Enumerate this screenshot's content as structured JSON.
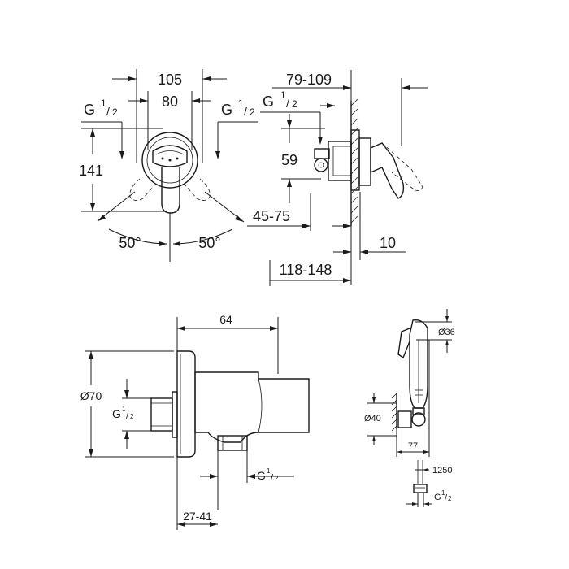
{
  "front_view": {
    "dim_105": "105",
    "dim_80": "80",
    "thread_left_main": "G",
    "thread_left_num": "1",
    "thread_left_den": "2",
    "thread_right_main": "G",
    "thread_right_num": "1",
    "thread_right_den": "2",
    "dim_141": "141",
    "angle_left": "50°",
    "angle_right": "50°"
  },
  "side_view": {
    "dim_79_109": "79-109",
    "thread_main": "G",
    "thread_num": "1",
    "thread_den": "2",
    "dim_59": "59",
    "dim_45_75": "45-75",
    "dim_10": "10",
    "dim_118_148": "118-148"
  },
  "connector_view": {
    "dim_64": "64",
    "dim_70": "Ø70",
    "thread_left_main": "G",
    "thread_left_num": "1",
    "thread_left_den": "2",
    "thread_bottom_main": "G",
    "thread_bottom_num": "1",
    "thread_bottom_den": "2",
    "dim_27_41": "27-41"
  },
  "handshower_view": {
    "dim_36": "Ø36",
    "dim_40": "Ø40",
    "dim_77": "77",
    "dim_1250": "1250",
    "thread_main": "G",
    "thread_num": "1",
    "thread_den": "2"
  }
}
